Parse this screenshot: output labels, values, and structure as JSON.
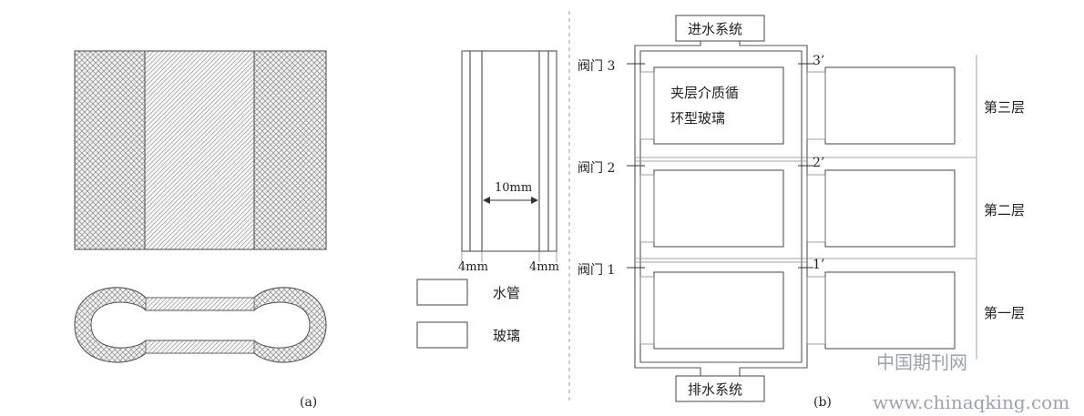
{
  "panel_a": {
    "caption": "(a)",
    "dimension_gap": "10mm",
    "dimension_left": "4mm",
    "dimension_right": "4mm",
    "legend": [
      {
        "label": "水管",
        "pattern": "crosshatch"
      },
      {
        "label": "玻璃",
        "pattern": "diagonal"
      }
    ]
  },
  "panel_b": {
    "caption": "(b)",
    "inlet_label": "进水系统",
    "outlet_label": "排水系统",
    "glass_label_line1": "夹层介质循",
    "glass_label_line2": "环型玻璃",
    "valves_left": [
      "阀门 3",
      "阀门 2",
      "阀门 1"
    ],
    "valves_right": [
      "3’",
      "2’",
      "1’"
    ],
    "floors": [
      "第三层",
      "第二层",
      "第一层"
    ]
  },
  "watermark": {
    "line1": "中国期刊网",
    "line2": "www.chinaqking.com"
  },
  "colors": {
    "line": "#555555",
    "watermark": "#9aa3ad"
  }
}
